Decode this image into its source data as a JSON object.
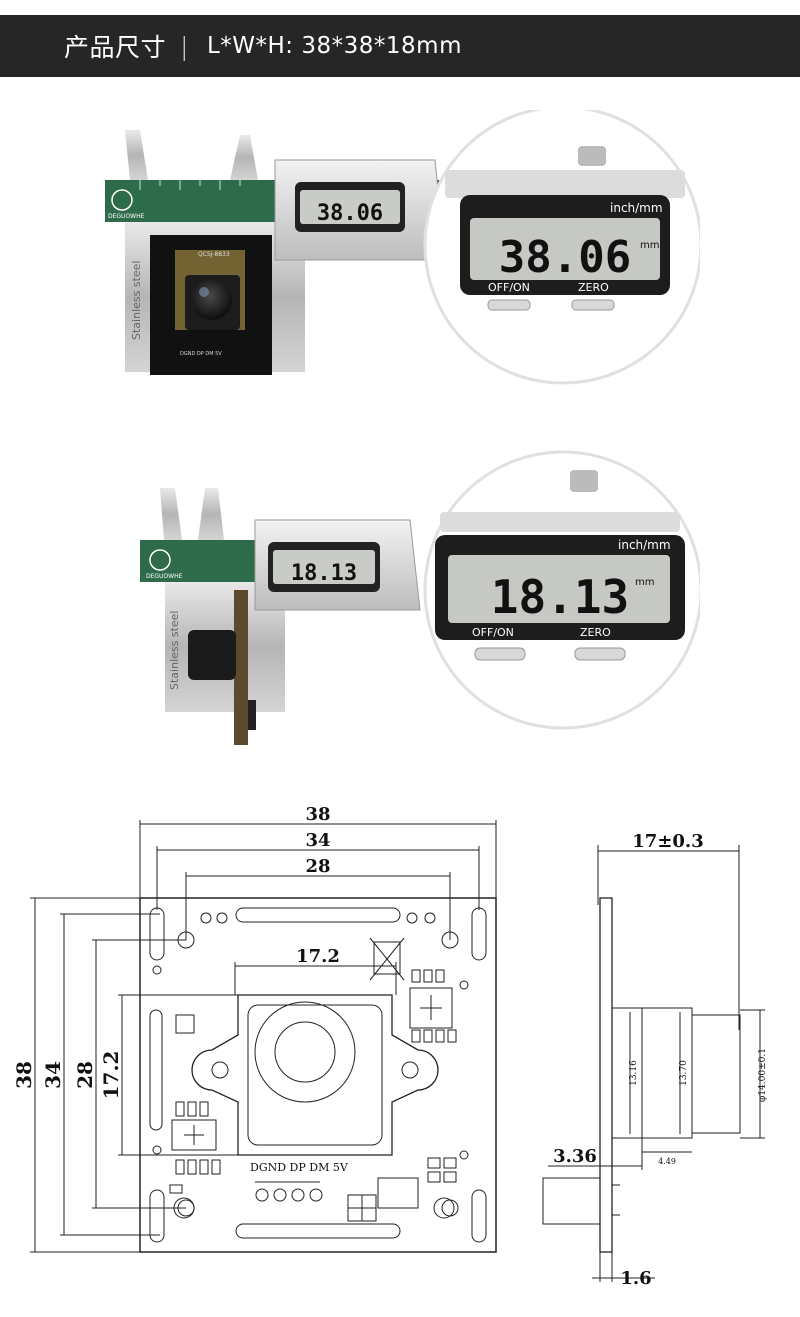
{
  "header": {
    "title": "产品尺寸",
    "separator": "|",
    "dimensions": "L*W*H: 38*38*18mm"
  },
  "caliper_top": {
    "unit_label": "inch/mm",
    "reading": "38.06",
    "reading_unit": "mm",
    "button_left": "OFF/ON",
    "button_right": "ZERO",
    "brand": "DEGUOWHE",
    "scale_text": "Stainless steel",
    "board_text_1": "QCSJ-8833",
    "board_text_2": "DGND DP DM 5V"
  },
  "caliper_bottom": {
    "unit_label": "inch/mm",
    "reading": "18.13",
    "reading_unit": "mm",
    "button_left": "OFF/ON",
    "button_right": "ZERO",
    "brand": "DEGUOWHE",
    "scale_text": "Stainless steel"
  },
  "drawing": {
    "width_outer": "38",
    "width_mid": "34",
    "width_inner": "28",
    "lens_width": "17.2",
    "height_outer": "38",
    "height_mid": "34",
    "height_inner": "28",
    "lens_height": "17.2",
    "pin_labels": "DGND DP DM 5V",
    "side_depth": "17±0.3",
    "side_small_1": "13.16",
    "side_small_2": "13.70",
    "side_diameter": "φ14.00±0.1",
    "side_offset": "4.49",
    "side_left": "3.36",
    "side_thickness": "1.6"
  }
}
